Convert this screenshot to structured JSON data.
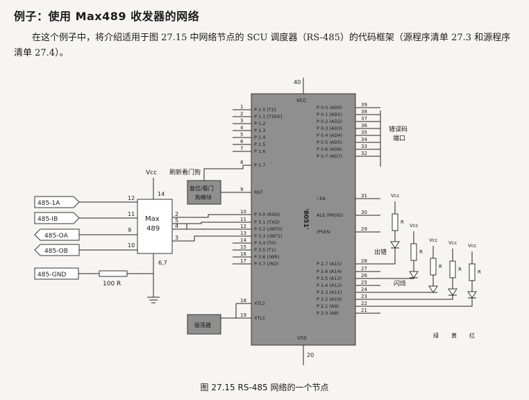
{
  "heading": "例子：使用 Max489 收发器的网络",
  "paragraph": "在这个例子中，将介绍适用于图 27.15 中网络节点的 SCU 调度器（RS-485）的代码框架（源程序清单 27.3 和源程序清单 27.4）。",
  "caption": "图 27.15   RS-485 网络的一个节点",
  "mcu": {
    "vcc_label": "VCC",
    "vss_label": "VSS",
    "chip_name": "'8051'",
    "vcc_pin": "40",
    "vss_pin": "20",
    "left_pins": [
      {
        "num": "1",
        "label": "P 1.0 [T2]"
      },
      {
        "num": "2",
        "label": "P 1.1 [T2EX]"
      },
      {
        "num": "3",
        "label": "P 1.2"
      },
      {
        "num": "4",
        "label": "P 1.3"
      },
      {
        "num": "5",
        "label": "P 1.4"
      },
      {
        "num": "6",
        "label": "P 1.5"
      },
      {
        "num": "7",
        "label": "P 1.6"
      },
      {
        "num": "8",
        "label": "P 1.7"
      },
      {
        "num": "9",
        "label": "RST"
      },
      {
        "num": "10",
        "label": "P 3.0 (RXD)"
      },
      {
        "num": "11",
        "label": "P 3.1 (TXD)"
      },
      {
        "num": "12",
        "label": "P 3.2 (/INT0)"
      },
      {
        "num": "13",
        "label": "P 3.3 (/INT1)"
      },
      {
        "num": "14",
        "label": "P 3.4 (T0)"
      },
      {
        "num": "15",
        "label": "P 3.5 (T1)"
      },
      {
        "num": "16",
        "label": "P 3.6 (/WR)"
      },
      {
        "num": "17",
        "label": "P 3.7 (/RD)"
      },
      {
        "num": "18",
        "label": "XTL2"
      },
      {
        "num": "19",
        "label": "XTL1"
      }
    ],
    "right_pins": [
      {
        "num": "39",
        "label": "P 0.0 (AD0)"
      },
      {
        "num": "38",
        "label": "P 0.1 (AD1)"
      },
      {
        "num": "37",
        "label": "P 0.2 (AD2)"
      },
      {
        "num": "36",
        "label": "P 0.3 (AD3)"
      },
      {
        "num": "35",
        "label": "P 0.4 (AD4)"
      },
      {
        "num": "34",
        "label": "P 0.5 (AD5)"
      },
      {
        "num": "33",
        "label": "P 0.6 (AD6)"
      },
      {
        "num": "32",
        "label": "P 0.7 (AD7)"
      },
      {
        "num": "31",
        "label": "/ EA"
      },
      {
        "num": "30",
        "label": "ALE (PROG)"
      },
      {
        "num": "29",
        "label": "/PSEN"
      },
      {
        "num": "28",
        "label": "P 2.7 (A15)"
      },
      {
        "num": "27",
        "label": "P 2.6 (A14)"
      },
      {
        "num": "26",
        "label": "P 2.5 (A13)"
      },
      {
        "num": "25",
        "label": "P 2.4 (A12)"
      },
      {
        "num": "24",
        "label": "P 2.3 (A11)"
      },
      {
        "num": "23",
        "label": "P 2.2 (A10)"
      },
      {
        "num": "22",
        "label": "P 2.1 (A9)"
      },
      {
        "num": "21",
        "label": "P 2.0 (A8)"
      }
    ]
  },
  "max489": {
    "name_line1": "Max",
    "name_line2": "489",
    "vcc": "Vcc",
    "pin_top": "14",
    "pin_bottom": "6,7",
    "left_pins": [
      "12",
      "11",
      "9",
      "10"
    ],
    "right_pins": [
      "2",
      "5",
      "4",
      "3"
    ]
  },
  "connectors": [
    "485-1A",
    "485-IB",
    "485-OA",
    "485-OB",
    "485-GND"
  ],
  "resistor_gnd": "100 R",
  "reset_block": {
    "line1": "复位/看门",
    "line2": "狗模块"
  },
  "watchdog_label": "刷新看门狗",
  "osc_block": "振荡器",
  "error_port": {
    "line1": "错误码",
    "line2": "端口"
  },
  "led_labels": {
    "error": "出错",
    "flash": "闪烁",
    "colors": [
      "绿",
      "黄",
      "红"
    ]
  },
  "vcc_label": "Vcc",
  "resistor_label": "R"
}
